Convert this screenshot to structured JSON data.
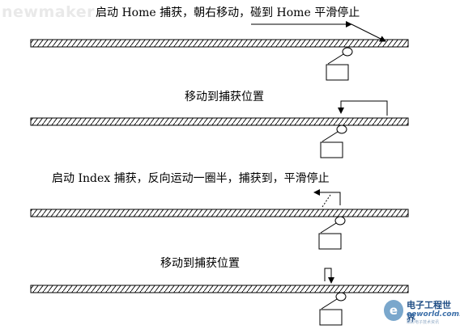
{
  "watermark": "newmaker",
  "captions": {
    "step1": "启动 Home 捕获，朝右移动，碰到 Home 平滑停止",
    "step2": "移动到捕获位置",
    "step3": "启动 Index 捕获，反向运动一圈半，捕获到，平滑停止",
    "step4": "移动到捕获位置"
  },
  "logo": {
    "mark": "e",
    "title": "电子工程世界",
    "domain": "eeworld.com.cn",
    "tagline": "精彩电子技术资讯"
  },
  "colors": {
    "stroke": "#000000",
    "background": "#ffffff"
  }
}
